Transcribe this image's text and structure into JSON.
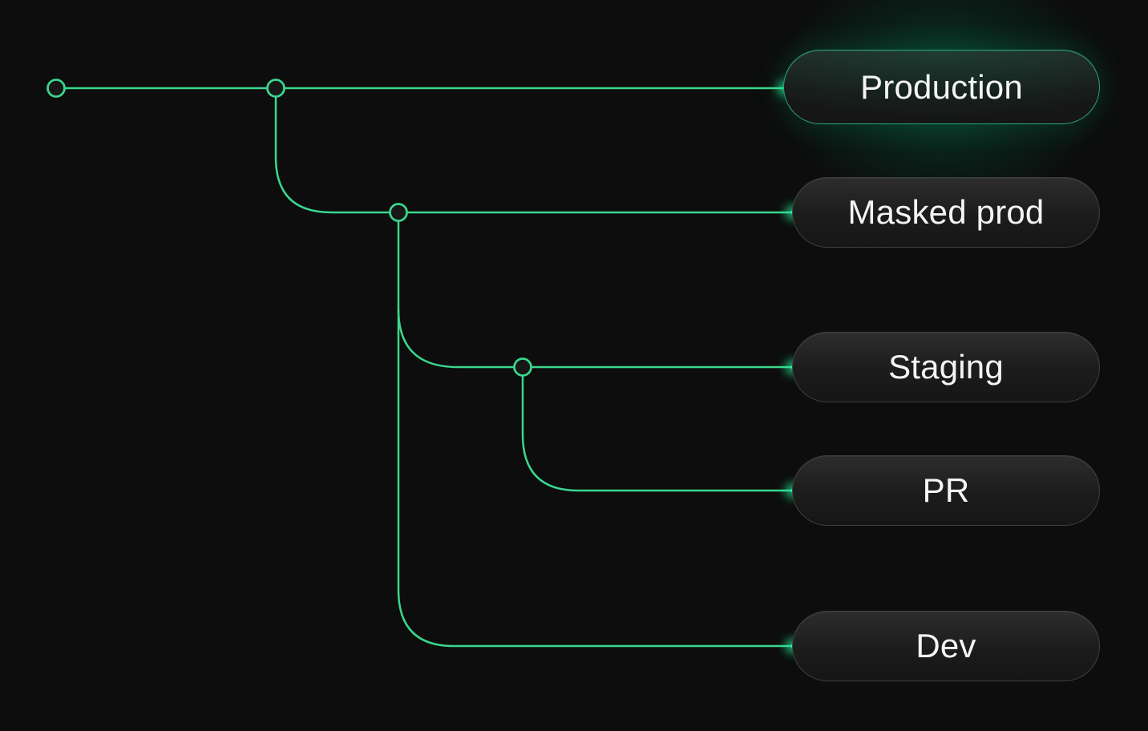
{
  "diagram": {
    "colors": {
      "background": "#0c0d0c",
      "line": "#3bd68e",
      "accent": "#00e599",
      "pill_border": "#3e3f3e",
      "text": "#f4f4f4"
    },
    "branches": [
      {
        "id": "production",
        "label": "Production",
        "highlighted": true
      },
      {
        "id": "masked-prod",
        "label": "Masked prod",
        "highlighted": false
      },
      {
        "id": "staging",
        "label": "Staging",
        "highlighted": false
      },
      {
        "id": "pr",
        "label": "PR",
        "highlighted": false
      },
      {
        "id": "dev",
        "label": "Dev",
        "highlighted": false
      }
    ]
  }
}
